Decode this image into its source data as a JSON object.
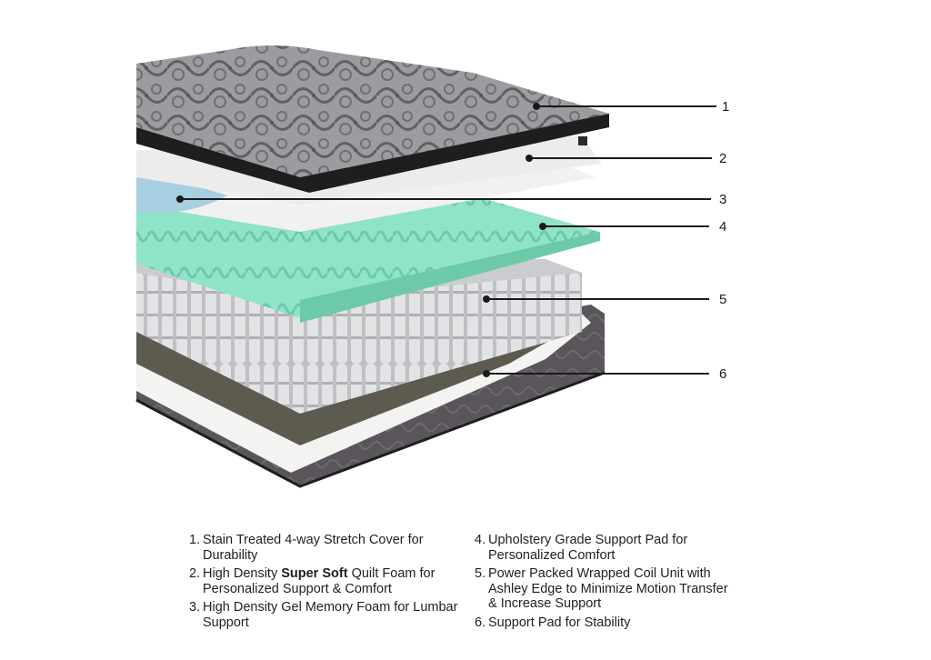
{
  "callouts": [
    {
      "number": "1"
    },
    {
      "number": "2"
    },
    {
      "number": "3"
    },
    {
      "number": "4"
    },
    {
      "number": "5"
    },
    {
      "number": "6"
    }
  ],
  "legend": {
    "left": [
      {
        "number": "1.",
        "before": "Stain Treated 4-way Stretch Cover for Durability",
        "bold": "",
        "after": ""
      },
      {
        "number": "2.",
        "before": "High Density ",
        "bold": "Super Soft",
        "after": " Quilt Foam for Personalized Support & Comfort"
      },
      {
        "number": "3.",
        "before": "High Density Gel Memory Foam for Lumbar Support",
        "bold": "",
        "after": ""
      }
    ],
    "right": [
      {
        "number": "4.",
        "before": "Upholstery Grade Support Pad for Personalized Comfort",
        "bold": "",
        "after": ""
      },
      {
        "number": "5.",
        "before": "Power Packed Wrapped Coil Unit with Ashley Edge to Minimize Motion Transfer & Increase Support",
        "bold": "",
        "after": ""
      },
      {
        "number": "6.",
        "before": "Support Pad for Stability",
        "bold": "",
        "after": ""
      }
    ]
  },
  "colors": {
    "cover_gray": "#8e9094",
    "cover_edge": "#1e1e1e",
    "foam_white": "#f1f1ef",
    "gel_blue": "#a9cfe3",
    "mint": "#8fe3c8",
    "coil_gray": "#d2d3d5",
    "base_dark": "#4f4a4f",
    "pad_brown": "#5d5a50"
  }
}
